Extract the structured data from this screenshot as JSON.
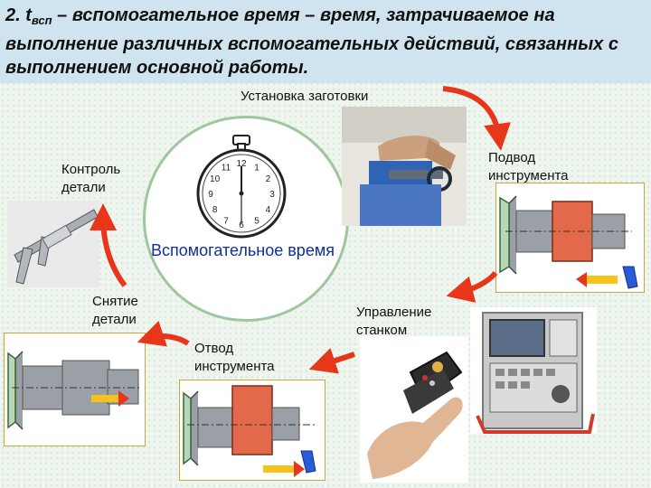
{
  "slide": {
    "title_prefix": "2. t",
    "title_subscript": "всп",
    "title_rest": " – вспомогательное время – время, затрачиваемое на выполнение различных вспомогательных действий, связанных с выполнением основной работы."
  },
  "cycle": {
    "center": "Вспомогательное время",
    "steps": {
      "setup": "Установка заготовки",
      "approach_line1": "Подвод",
      "approach_line2": "инструмента",
      "control_machine_line1": "Управление",
      "control_machine_line2": "станком",
      "retract_line1": "Отвод",
      "retract_line2": "инструмента",
      "remove_line1": "Снятие",
      "remove_line2": "детали",
      "inspect_line1": "Контроль",
      "inspect_line2": "детали"
    }
  },
  "clock": {
    "numerals": [
      "12",
      "1",
      "2",
      "3",
      "4",
      "5",
      "6",
      "7",
      "8",
      "9",
      "10",
      "11"
    ]
  },
  "colors": {
    "arrow": "#e8361b",
    "center_text": "#0d2fa0",
    "workpiece_fill": "#e26a4a",
    "shaft_fill": "#9aa0a6",
    "direction_arrow": "#f7c21a",
    "tool_fill": "#2a5bd7",
    "circle_border": "#9fc79f"
  }
}
